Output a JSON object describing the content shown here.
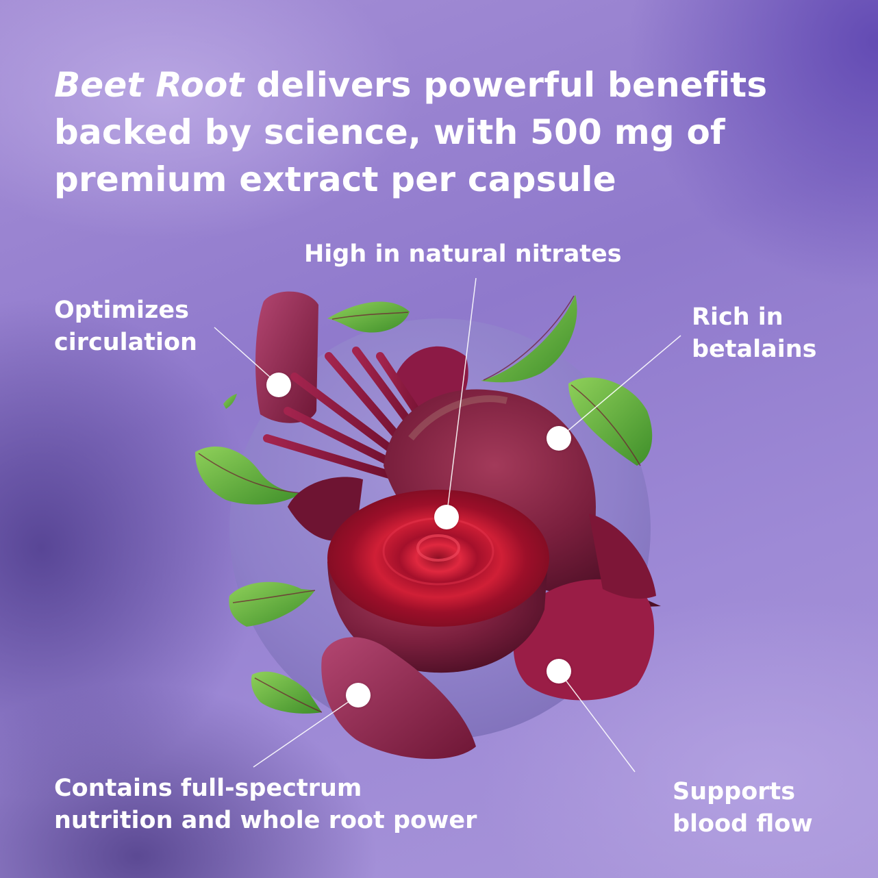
{
  "headline": {
    "emphasis": "Beet Root",
    "line1_rest": " delivers powerful benefits",
    "line2": "backed by science, with 500 mg of",
    "line3": "premium extract per capsule"
  },
  "callouts": {
    "nitrates": {
      "line1": "High in natural nitrates"
    },
    "circulation": {
      "line1": "Optimizes",
      "line2": "circulation"
    },
    "betalains": {
      "line1": "Rich in",
      "line2": "betalains"
    },
    "nutrition": {
      "line1": "Contains full-spectrum",
      "line2": "nutrition and whole root power"
    },
    "blood_flow": {
      "line1": "Supports",
      "line2": "blood flow"
    }
  },
  "colors": {
    "text": "#ffffff",
    "background_purple": "#9a86d4",
    "beet_skin": "#7a1f3d",
    "beet_flesh": "#b3122f",
    "leaf_green": "#5fae3a"
  },
  "image": {
    "subject": "beetroot-illustration"
  }
}
